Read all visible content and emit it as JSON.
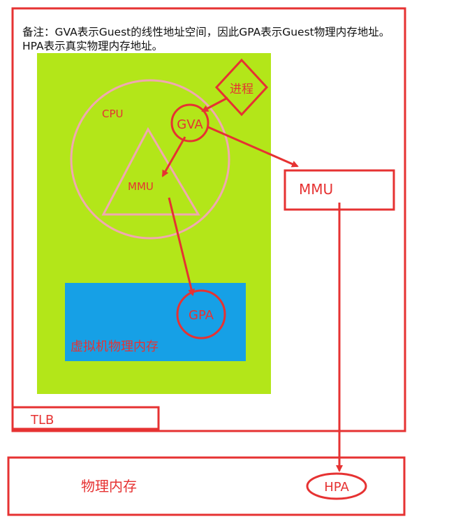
{
  "note": "备注：GVA表示Guest的线性地址空间，因此GPA表示Guest物理内存地址。HPA表示真实物理内存地址。",
  "labels": {
    "process": "进程",
    "cpu": "CPU",
    "gva": "GVA",
    "mmu_inner": "MMU",
    "mmu_outer": "MMU",
    "gpa": "GPA",
    "vm_memory": "虚拟机物理内存",
    "tlb": "TLB",
    "physical_memory": "物理内存",
    "hpa": "HPA"
  },
  "colors": {
    "red": "#e63232",
    "green": "#b3e619",
    "blue": "#16a0e6",
    "pink": "#f0a8b0"
  }
}
